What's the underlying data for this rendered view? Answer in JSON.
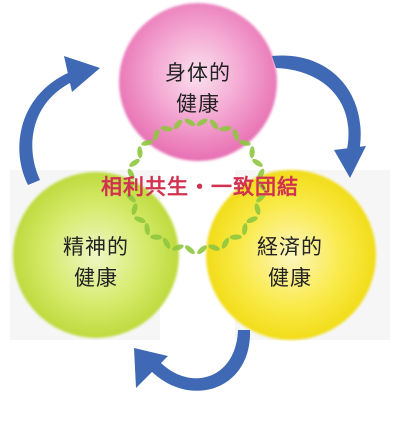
{
  "diagram": {
    "center_text": "相利共生・一致団結",
    "circles": [
      {
        "id": "physical",
        "line1": "身体的",
        "line2": "健康",
        "color": "#ee7fbf"
      },
      {
        "id": "mental",
        "line1": "精神的",
        "line2": "健康",
        "color": "#c7de3a"
      },
      {
        "id": "economic",
        "line1": "経済的",
        "line2": "健康",
        "color": "#f5e21c"
      }
    ],
    "colors": {
      "arrow": "#3f68b5",
      "center_text": "#d2324f",
      "wreath_leaf": "#8ec63f"
    }
  }
}
